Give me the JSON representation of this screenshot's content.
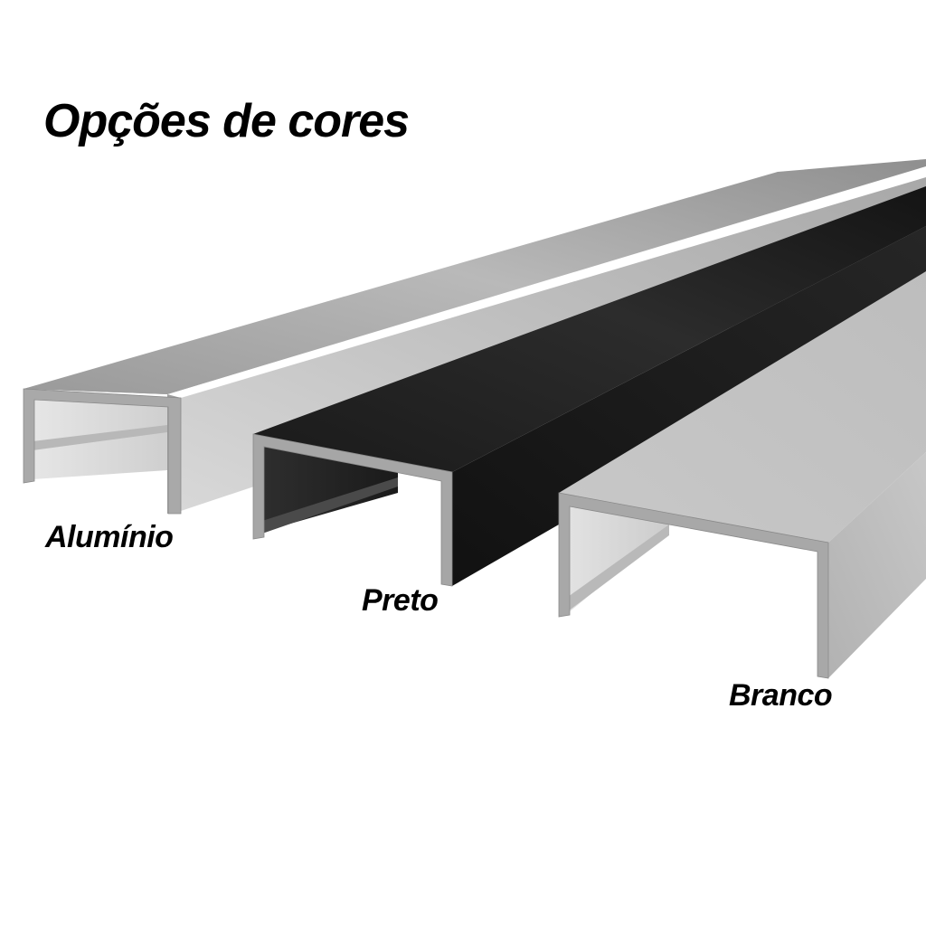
{
  "title": "Opções de cores",
  "profiles": [
    {
      "key": "aluminio",
      "label": "Alumínio",
      "color": "#b4b4b4"
    },
    {
      "key": "preto",
      "label": "Preto",
      "color": "#1e1e1e"
    },
    {
      "key": "branco",
      "label": "Branco",
      "color": "#c9c9c9"
    }
  ]
}
